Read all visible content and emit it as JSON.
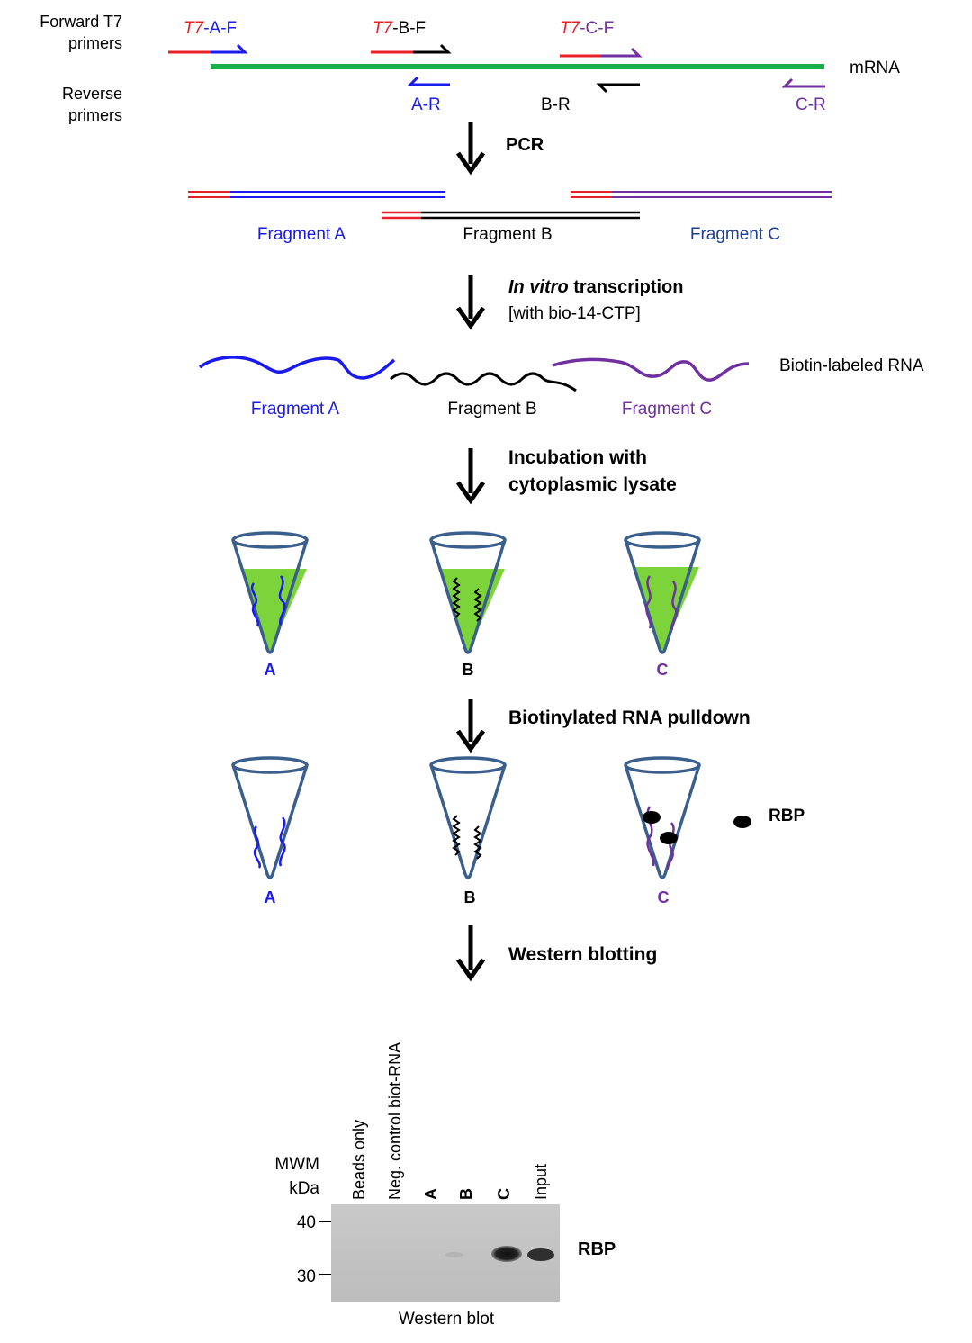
{
  "primers": {
    "forward_line1": "Forward T7",
    "forward_line2": "primers",
    "reverse_line1": "Reverse",
    "reverse_line2": "primers",
    "t7_prefix": "T7",
    "a_f": "-A-F",
    "b_f": "-B-F",
    "c_f": "-C-F",
    "a_r": "A-R",
    "b_r": "B-R",
    "c_r": "C-R",
    "mrna": "mRNA"
  },
  "steps": {
    "pcr": "PCR",
    "ivt_italic": "In vitro",
    "ivt_rest": " transcription",
    "ivt_sub": "[with bio-14-CTP]",
    "incubation_line1": "Incubation with",
    "incubation_line2": "cytoplasmic lysate",
    "pulldown": "Biotinylated RNA pulldown",
    "western": "Western blotting"
  },
  "fragments": {
    "pcr_a": "Fragment A",
    "pcr_b": "Fragment B",
    "pcr_c": "Fragment C",
    "rna_a": "Fragment A",
    "rna_b": "Fragment B",
    "rna_c": "Fragment C",
    "biotin_label": "Biotin-labeled RNA"
  },
  "tubes": {
    "lysate_labels": [
      "A",
      "B",
      "C"
    ],
    "pulldown_labels": [
      "A",
      "B",
      "C"
    ],
    "rbp_legend": "RBP"
  },
  "blot": {
    "mwm_line1": "MWM",
    "mwm_line2": "kDa",
    "lanes": [
      "Beads only",
      "Neg. control biot-RNA",
      "A",
      "B",
      "C",
      "Input"
    ],
    "marker_40": "40",
    "marker_30": "30",
    "band_label": "RBP",
    "caption": "Western blot"
  },
  "colors": {
    "red": "#e8202a",
    "blue": "#1a1aee",
    "purple": "#7030a0",
    "green": "#1cae4a",
    "lysate": "#7dd33a",
    "tube": "#3a5f8c",
    "frag_c_label": "#1f3f8f"
  }
}
